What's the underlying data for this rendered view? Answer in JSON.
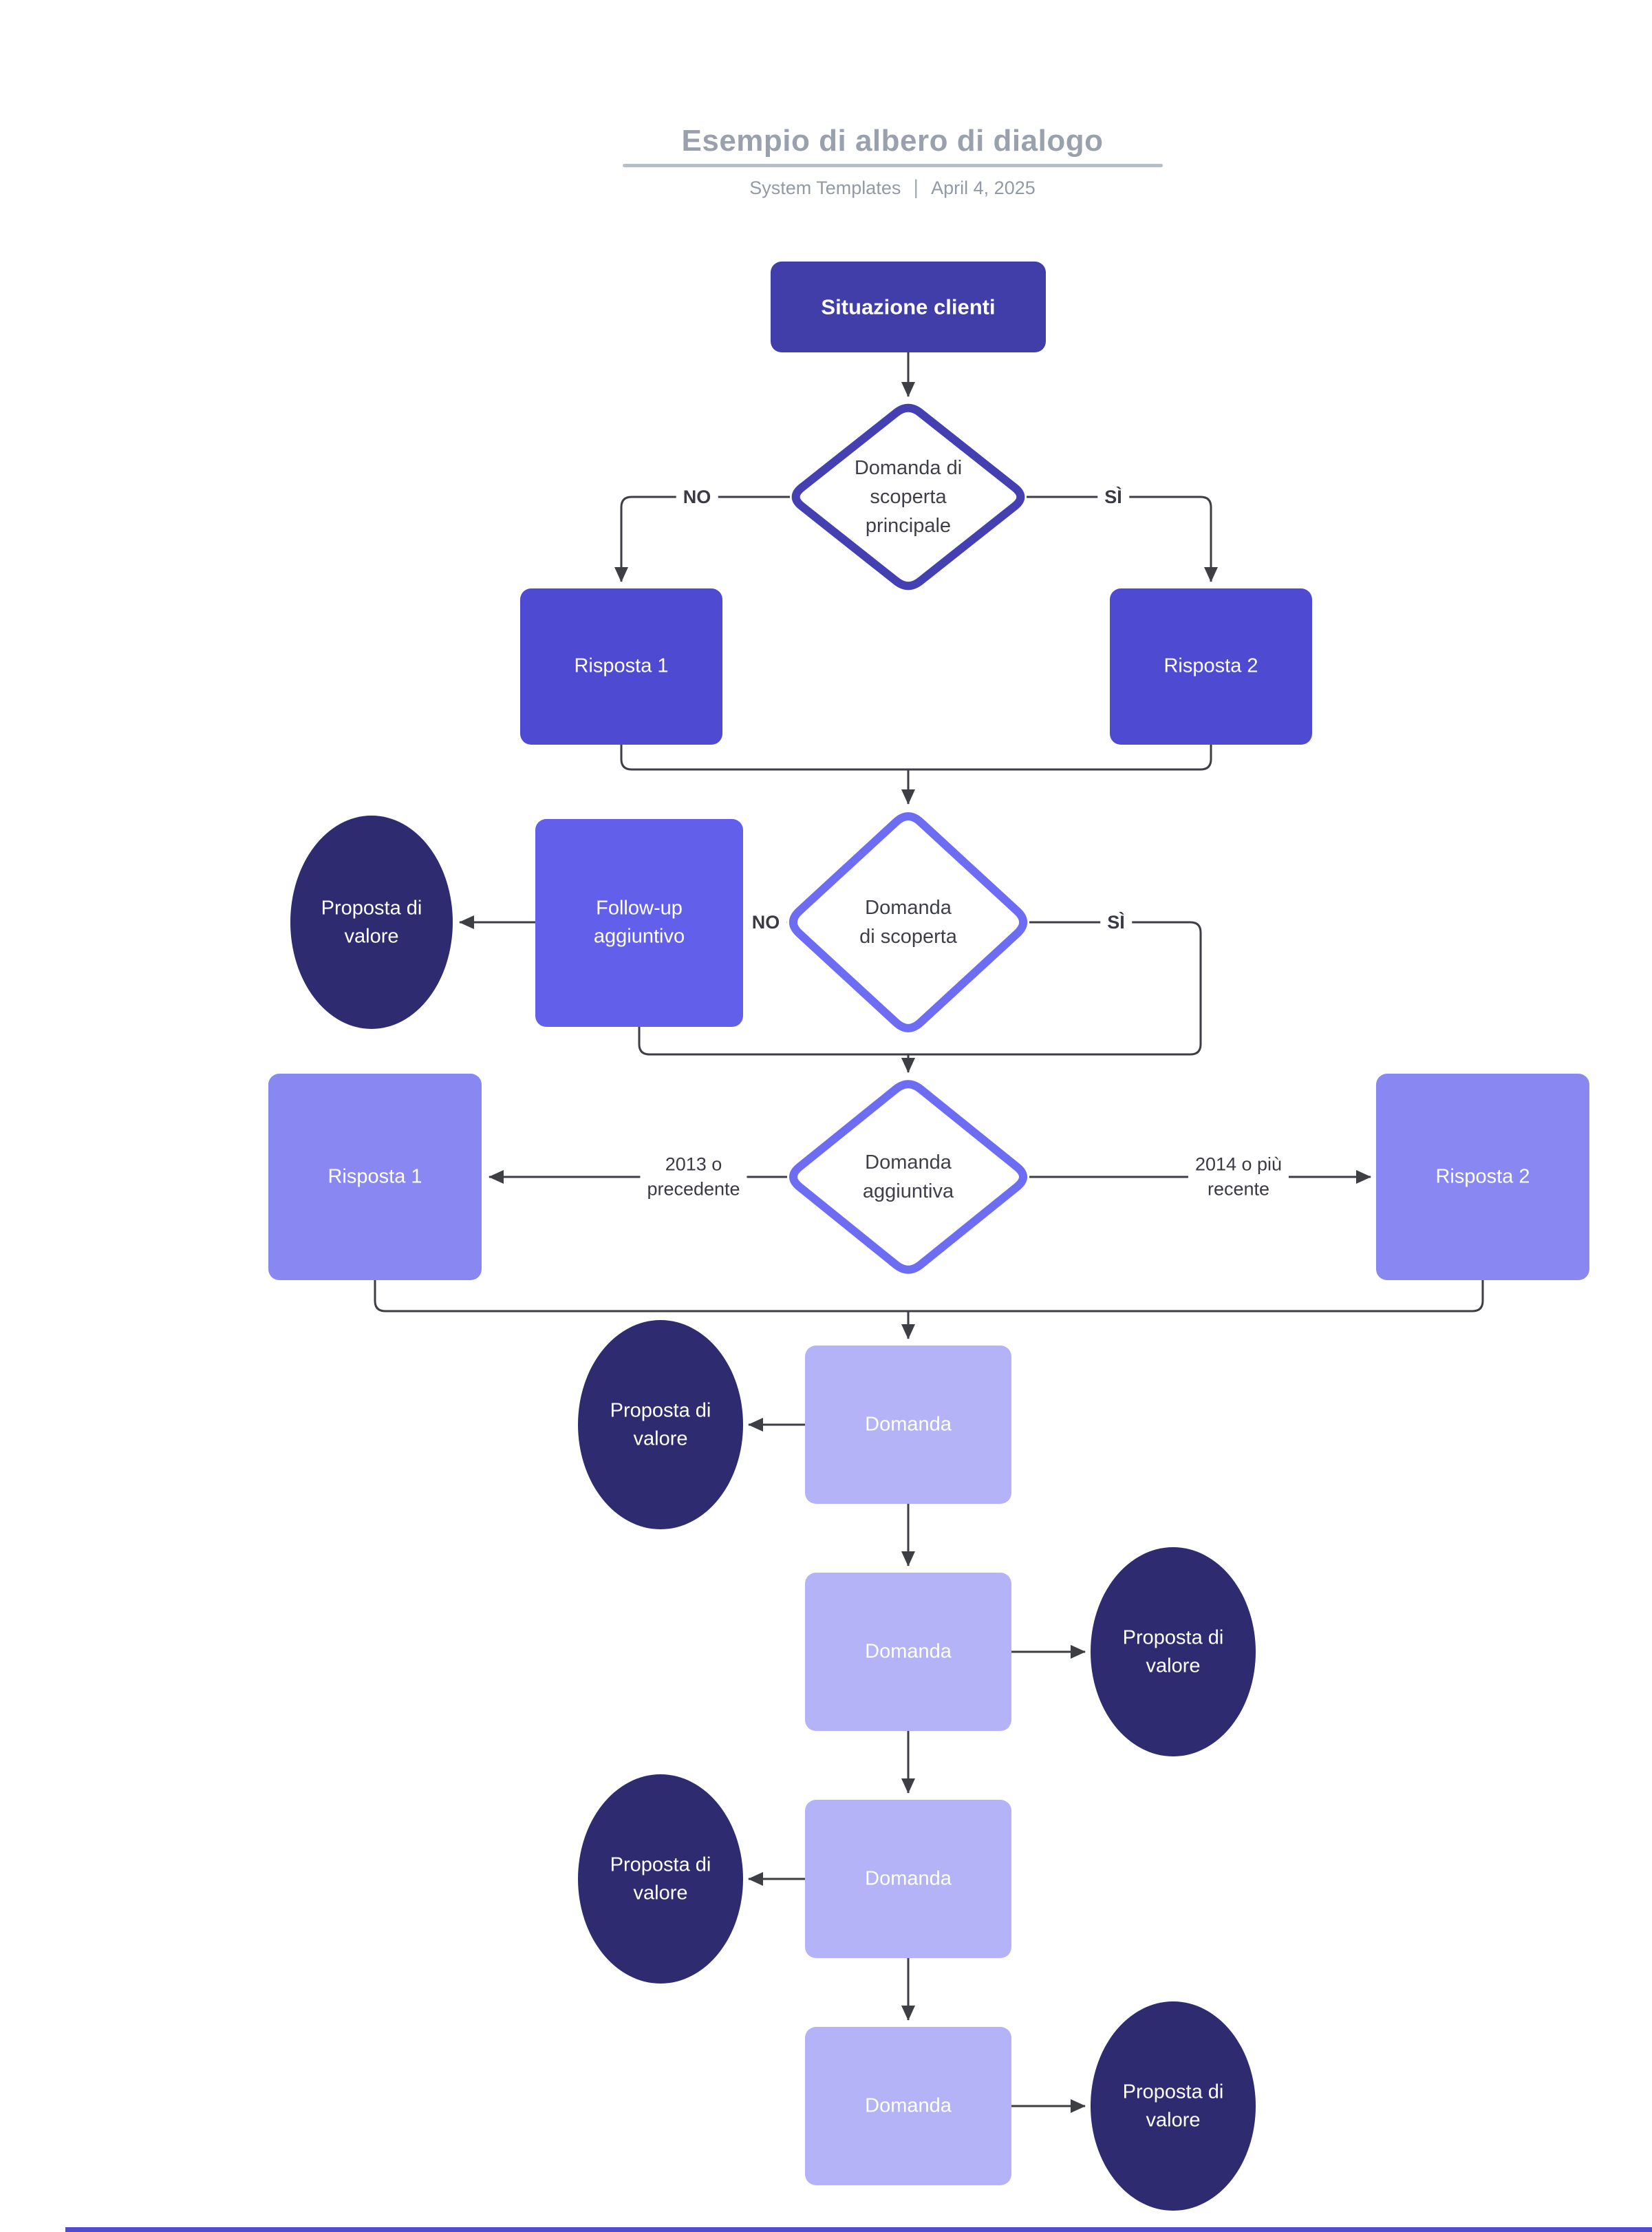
{
  "header": {
    "title": "Esempio di albero di dialogo",
    "author": "System Templates",
    "separator": "|",
    "date": "April 4, 2025"
  },
  "flow": {
    "start": "Situazione clienti",
    "decision1": "Domanda di\nscoperta\nprincipale",
    "decision2": "Domanda\ndi scoperta",
    "decision3": "Domanda\naggiuntiva",
    "edge_no": "NO",
    "edge_si": "SÌ",
    "edge_2013": "2013 o\nprecedente",
    "edge_2014": "2014 o più\nrecente",
    "answer1": "Risposta 1",
    "answer2": "Risposta 2",
    "answer1b": "Risposta 1",
    "answer2b": "Risposta 2",
    "followup": "Follow-up\naggiuntivo",
    "value_prop1": "Proposta di\nvalore",
    "chain": [
      {
        "question": "Domanda",
        "value": "Proposta di\nvalore",
        "side": "left"
      },
      {
        "question": "Domanda",
        "value": "Proposta di\nvalore",
        "side": "right"
      },
      {
        "question": "Domanda",
        "value": "Proposta di\nvalore",
        "side": "left"
      },
      {
        "question": "Domanda",
        "value": "Proposta di\nvalore",
        "side": "right"
      }
    ]
  },
  "colors": {
    "start_box": "#413EA9",
    "answer_dark": "#4E4AD2",
    "followup_box": "#6260EA",
    "answer_light": "#8987F2",
    "question_box": "#B4B3F8",
    "value_circle": "#2E2B71",
    "diamond1_border": "#4440B2",
    "diamond_light_border": "#6D6DF3",
    "connector": "#3E3E45",
    "title_gray": "#9AA1AD"
  }
}
